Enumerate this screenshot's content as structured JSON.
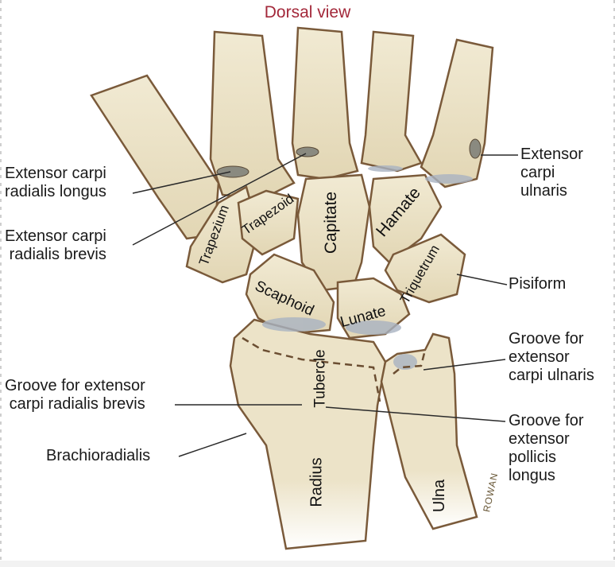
{
  "title": "Dorsal view",
  "colors": {
    "title": "#a3283a",
    "bone_fill": "#ece3c8",
    "bone_outline": "#7a5a3a",
    "cartilage": "#a9b3c2",
    "label_text": "#1a1a1a"
  },
  "labels_left": [
    {
      "id": "ecrl",
      "lines": [
        "Extensor carpi",
        "radialis longus"
      ]
    },
    {
      "id": "ecrb",
      "lines": [
        "Extensor carpi",
        "radialis brevis"
      ]
    },
    {
      "id": "groove_ecrb",
      "lines": [
        "Groove for extensor",
        "carpi radialis brevis"
      ]
    },
    {
      "id": "brachioradialis",
      "lines": [
        "Brachioradialis"
      ]
    }
  ],
  "labels_right": [
    {
      "id": "ecu",
      "lines": [
        "Extensor",
        "carpi",
        "ulnaris"
      ]
    },
    {
      "id": "pisiform",
      "lines": [
        "Pisiform"
      ]
    },
    {
      "id": "groove_ecu",
      "lines": [
        "Groove for",
        "extensor",
        "carpi ulnaris"
      ]
    },
    {
      "id": "groove_epl",
      "lines": [
        "Groove for",
        "extensor",
        "pollicis",
        "longus"
      ]
    }
  ],
  "bones": {
    "trapezium": "Trapezium",
    "trapezoid": "Trapezoid",
    "capitate": "Capitate",
    "hamate": "Hamate",
    "triquetrum": "Triquetrum",
    "scaphoid": "Scaphoid",
    "lunate": "Lunate",
    "tubercle": "Tubercle",
    "radius": "Radius",
    "ulna": "Ulna"
  },
  "signature": "ROWAN"
}
